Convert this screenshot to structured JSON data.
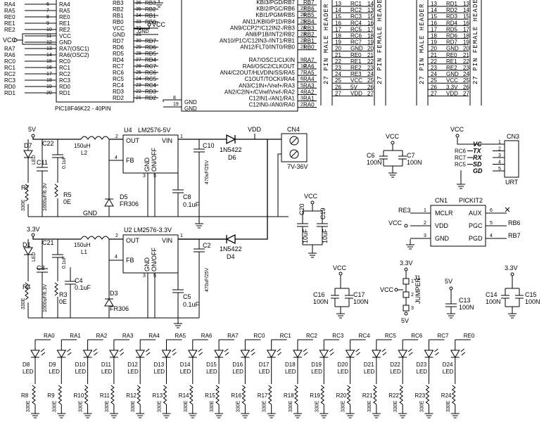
{
  "mcu": {
    "part": "PIC18F46K22 - 40PIN",
    "left_pins": [
      {
        "net": "RA4",
        "num": "6",
        "pin": "RA4"
      },
      {
        "net": "RA5",
        "num": "7",
        "pin": "RA5"
      },
      {
        "net": "RE0",
        "num": "8",
        "pin": "RE0"
      },
      {
        "net": "RE1",
        "num": "9",
        "pin": "RE1"
      },
      {
        "net": "RE2",
        "num": "10",
        "pin": "RE2"
      },
      {
        "net": "",
        "num": "11",
        "pin": "VCC"
      },
      {
        "net": "",
        "num": "12",
        "pin": "GND"
      },
      {
        "net": "RA7",
        "num": "13",
        "pin": "RA7(OSC1)"
      },
      {
        "net": "RA6",
        "num": "14",
        "pin": "RA6(OSC2)"
      },
      {
        "net": "RC0",
        "num": "15",
        "pin": "RC0"
      },
      {
        "net": "RC1",
        "num": "16",
        "pin": "RC1"
      },
      {
        "net": "RC2",
        "num": "17",
        "pin": "RC2"
      },
      {
        "net": "RC3",
        "num": "18",
        "pin": "RC3"
      },
      {
        "net": "RD0",
        "num": "19",
        "pin": "RD0"
      },
      {
        "net": "RD1",
        "num": "20",
        "pin": "RD1"
      }
    ],
    "right_pins": [
      {
        "pin": "RB3",
        "num": "36",
        "net": "RB3"
      },
      {
        "pin": "RB2",
        "num": "35",
        "net": "RB2"
      },
      {
        "pin": "RB1",
        "num": "34",
        "net": "RB1"
      },
      {
        "pin": "RB0",
        "num": "33",
        "net": "RB0"
      },
      {
        "pin": "VCC",
        "num": "32",
        "net": ""
      },
      {
        "pin": "GND",
        "num": "31",
        "net": ""
      },
      {
        "pin": "RD7",
        "num": "30",
        "net": "RD7"
      },
      {
        "pin": "RD6",
        "num": "29",
        "net": "RD6"
      },
      {
        "pin": "RD5",
        "num": "28",
        "net": "RD5"
      },
      {
        "pin": "RD4",
        "num": "27",
        "net": "RD4"
      },
      {
        "pin": "RC7",
        "num": "26",
        "net": "RC7"
      },
      {
        "pin": "RC6",
        "num": "25",
        "net": "RC6"
      },
      {
        "pin": "RC5",
        "num": "24",
        "net": "RC5"
      },
      {
        "pin": "RC4",
        "num": "23",
        "net": "RC4"
      },
      {
        "pin": "RD3",
        "num": "22",
        "net": "RD3"
      },
      {
        "pin": "RD2",
        "num": "21",
        "net": "RD2"
      }
    ],
    "vcc": "VCC",
    "gnd": "GND"
  },
  "mcu2": {
    "pins": [
      {
        "name": "KBI3/PGD/RB7",
        "num": "",
        "net": "RB7"
      },
      {
        "name": "KBI2/PGC/RB6",
        "num": "27",
        "net": "RB6"
      },
      {
        "name": "KBI1/PGM/RB5",
        "num": "26",
        "net": "RB5"
      },
      {
        "name": "AN11/KBI0/P1D/RB4",
        "num": "25",
        "net": "RB4"
      },
      {
        "name": "AN9/CCP2*/C12IN2-/RB3",
        "num": "24",
        "net": "RB3"
      },
      {
        "name": "AN8/P1B/INT2/RB2",
        "num": "23",
        "net": "RB2"
      },
      {
        "name": "AN10/P1C/C12IN3-/INT1/RB1",
        "num": "22",
        "net": "RB1"
      },
      {
        "name": "AN12/FLT0/INT0/RB0",
        "num": "21",
        "net": "RB0"
      },
      {
        "name": "",
        "num": "",
        "net": ""
      },
      {
        "name": "RA7/OSC1/CLKIN",
        "num": "9",
        "net": "RA7"
      },
      {
        "name": "RA6/OSC2/CLKOUT",
        "num": "10",
        "net": "RA6"
      },
      {
        "name": "AN4/C2OUT/HLVDIN/SS/RA5",
        "num": "7",
        "net": "RA5"
      },
      {
        "name": "C1OUT/TOCKI/RA4",
        "num": "6",
        "net": "RA4"
      },
      {
        "name": "AN3/C1IN+/Vref+/RA3",
        "num": "5",
        "net": "RA3"
      },
      {
        "name": "AN2/C2IN+/CVref/Vref-/RA2",
        "num": "4",
        "net": "RA2"
      },
      {
        "name": "C12IN1-/AN1/RA1",
        "num": "3",
        "net": "RA1"
      },
      {
        "name": "C12IN0-/AN0/RA0",
        "num": "2",
        "net": "RA0"
      }
    ],
    "gnd_pins": [
      {
        "num": "8",
        "name": "GND"
      },
      {
        "num": "19",
        "name": "GND"
      }
    ]
  },
  "headers": [
    {
      "title": "27 PIN MALE HEADER",
      "rows": [
        {
          "n": "13",
          "net": "RC1",
          "p": "14"
        },
        {
          "n": "14",
          "net": "RC2",
          "p": "13"
        },
        {
          "n": "15",
          "net": "RC3",
          "p": "15"
        },
        {
          "n": "16",
          "net": "RC4",
          "p": "16"
        },
        {
          "n": "17",
          "net": "RC5",
          "p": "17"
        },
        {
          "n": "18",
          "net": "RC6",
          "p": "18"
        },
        {
          "n": "19",
          "net": "RC7",
          "p": "19"
        },
        {
          "n": "20",
          "net": "GND",
          "p": "20"
        },
        {
          "n": "21",
          "net": "RE0",
          "p": "21"
        },
        {
          "n": "22",
          "net": "RE1",
          "p": "22"
        },
        {
          "n": "23",
          "net": "RE2",
          "p": "23"
        },
        {
          "n": "24",
          "net": "RE3",
          "p": "24"
        },
        {
          "n": "25",
          "net": "VCC",
          "p": "25"
        },
        {
          "n": "26",
          "net": "5V",
          "p": "26"
        },
        {
          "n": "27",
          "net": "VDD",
          "p": "27"
        }
      ]
    },
    {
      "title": "27 PIN FEMALE HEADER",
      "rows": []
    },
    {
      "title": "27 PIN MALE HEADER",
      "rows": [
        {
          "n": "13",
          "net": "RD1",
          "p": "13"
        },
        {
          "n": "14",
          "net": "RD2",
          "p": "14"
        },
        {
          "n": "15",
          "net": "RD3",
          "p": "15"
        },
        {
          "n": "16",
          "net": "RD4",
          "p": "16"
        },
        {
          "n": "17",
          "net": "RD5",
          "p": "17"
        },
        {
          "n": "18",
          "net": "RD6",
          "p": "18"
        },
        {
          "n": "19",
          "net": "RD7",
          "p": "19"
        },
        {
          "n": "20",
          "net": "GND",
          "p": "20"
        },
        {
          "n": "21",
          "net": "RE0",
          "p": "21"
        },
        {
          "n": "22",
          "net": "RE1",
          "p": "22"
        },
        {
          "n": "23",
          "net": "RE2",
          "p": "23"
        },
        {
          "n": "24",
          "net": "GND",
          "p": "24"
        },
        {
          "n": "25",
          "net": "VCC",
          "p": "25"
        },
        {
          "n": "26",
          "net": "3.3V",
          "p": "26"
        },
        {
          "n": "27",
          "net": "VDD",
          "p": "27"
        }
      ]
    },
    {
      "title": "27 PIN FEMALE HEADER",
      "rows": []
    }
  ],
  "reg5": {
    "name": "U4",
    "part": "LM2576-5V",
    "vin": "VIN",
    "out": "OUT",
    "fb": "FB",
    "gnd": "GND",
    "onoff": "ON/OFF",
    "pin_vin": "1",
    "pin_out": "2",
    "pin_fb": "4",
    "pin_gnd": "3",
    "pin_onoff": "5",
    "rail": "5V",
    "L_name": "L2",
    "L_val": "150uH",
    "C_in": "C22",
    "C_in_val": "0.1uF",
    "C_out_name": "C11",
    "C_out_val": "1000uF/6.3V",
    "D_name": "D7",
    "D_type": "LED",
    "R_led_name": "R7",
    "R_led_val": "330E",
    "R_fb_name": "R5",
    "R_fb_val": "0E",
    "schottky_name": "D5",
    "schottky_val": "FR306",
    "C10_name": "C10",
    "C10_val": "470uF/25V",
    "C8_name": "C8",
    "C8_val": "0.1uF",
    "gnd_label": "GND"
  },
  "reg33": {
    "name": "U2",
    "part": "LM2576-3.3V",
    "vin": "VIN",
    "out": "OUT",
    "fb": "FB",
    "gnd": "GND",
    "onoff": "ON/OFF",
    "pin_vin": "1",
    "pin_out": "2",
    "pin_fb": "4",
    "pin_gnd": "3",
    "pin_onoff": "5",
    "rail": "3.3V",
    "L_name": "L1",
    "L_val": "150uH",
    "C_in": "C21",
    "C_in_val": "0.1uF",
    "C_out_name": "C3",
    "C_out_val": "1000uF/6.3V",
    "D_name": "D1",
    "D_type": "LED",
    "R_led_name": "R4",
    "R_led_val": "330E",
    "R_fb_name": "R3",
    "R_fb_val": "0E",
    "C4_name": "C4",
    "C4_val": "0.1uF",
    "schottky_name": "D3",
    "schottky_val": "FR306",
    "C2_name": "C2",
    "C2_val": "470uF/25V",
    "C5_name": "C5",
    "C5_val": "0.1uF"
  },
  "power_in": {
    "vdd": "VDD",
    "cn": "CN4",
    "cn_val": "7V-36V",
    "d6": "D6",
    "d6_val": "1N5422",
    "d4": "D4",
    "d4_val": "1N5422"
  },
  "decoupling": {
    "vcc": "VCC",
    "C6": "C6",
    "C6_val": "100N",
    "C7": "C7",
    "C7_val": "100N",
    "C20": "C20",
    "C20_val": "10uF",
    "C19": "C19",
    "C19_val": "10uF",
    "C16": "C16",
    "C16_val": "100N",
    "C17": "C17",
    "C17_val": "100N",
    "C13": "C13",
    "C13_val": "100N",
    "C14": "C14",
    "C14_val": "100N",
    "C15": "C15",
    "C15_val": "100N",
    "v5": "5V",
    "v33": "3.3V"
  },
  "uart": {
    "name": "CN3",
    "sub": "URT",
    "vcc": "VCC",
    "pins": [
      {
        "num": "1",
        "label": "VC",
        "net": ""
      },
      {
        "num": "2",
        "label": "TX",
        "net": "RC6"
      },
      {
        "num": "3",
        "label": "RX",
        "net": "RC7"
      },
      {
        "num": "4",
        "label": "SD",
        "net": "RC5"
      },
      {
        "num": "5",
        "label": "GD",
        "net": ""
      }
    ]
  },
  "pickit": {
    "name": "CN1",
    "part": "PICKIT2",
    "pins": [
      {
        "num": "1",
        "label": "MCLR",
        "net": "RE3"
      },
      {
        "num": "2",
        "label": "VDD",
        "net": "VCC"
      },
      {
        "num": "3",
        "label": "GND",
        "net": ""
      },
      {
        "num": "6",
        "label": "AUX",
        "net": ""
      },
      {
        "num": "5",
        "label": "PGC",
        "net": "RB6"
      },
      {
        "num": "4",
        "label": "PGD",
        "net": "RB7"
      }
    ]
  },
  "jumper": {
    "name": "J1",
    "label": "JUMPER",
    "top": "3.3V",
    "mid": "VCC",
    "bot": "5V",
    "pins": [
      "1",
      "2",
      "3"
    ]
  },
  "leds": [
    {
      "net": "RA0",
      "d": "D8",
      "r": "R8"
    },
    {
      "net": "RA1",
      "d": "D9",
      "r": "R9"
    },
    {
      "net": "RA2",
      "d": "D10",
      "r": "R10"
    },
    {
      "net": "RA3",
      "d": "D11",
      "r": "R11"
    },
    {
      "net": "RA4",
      "d": "D12",
      "r": "R12"
    },
    {
      "net": "RA5",
      "d": "D13",
      "r": "R13"
    },
    {
      "net": "RA6",
      "d": "D14",
      "r": "R14"
    },
    {
      "net": "RA7",
      "d": "D15",
      "r": "R15"
    },
    {
      "net": "RC0",
      "d": "D16",
      "r": "R16"
    },
    {
      "net": "RC1",
      "d": "D17",
      "r": "R17"
    },
    {
      "net": "RC2",
      "d": "D18",
      "r": "R18"
    },
    {
      "net": "RC3",
      "d": "D19",
      "r": "R19"
    },
    {
      "net": "RC4",
      "d": "D20",
      "r": "R20"
    },
    {
      "net": "RC5",
      "d": "D21",
      "r": "R21"
    },
    {
      "net": "RC6",
      "d": "D22",
      "r": "R22"
    },
    {
      "net": "RC7",
      "d": "D23",
      "r": "R23"
    },
    {
      "net": "RE0",
      "d": "D24",
      "r": "R24"
    }
  ],
  "led_type": "LED",
  "led_res": "330E"
}
